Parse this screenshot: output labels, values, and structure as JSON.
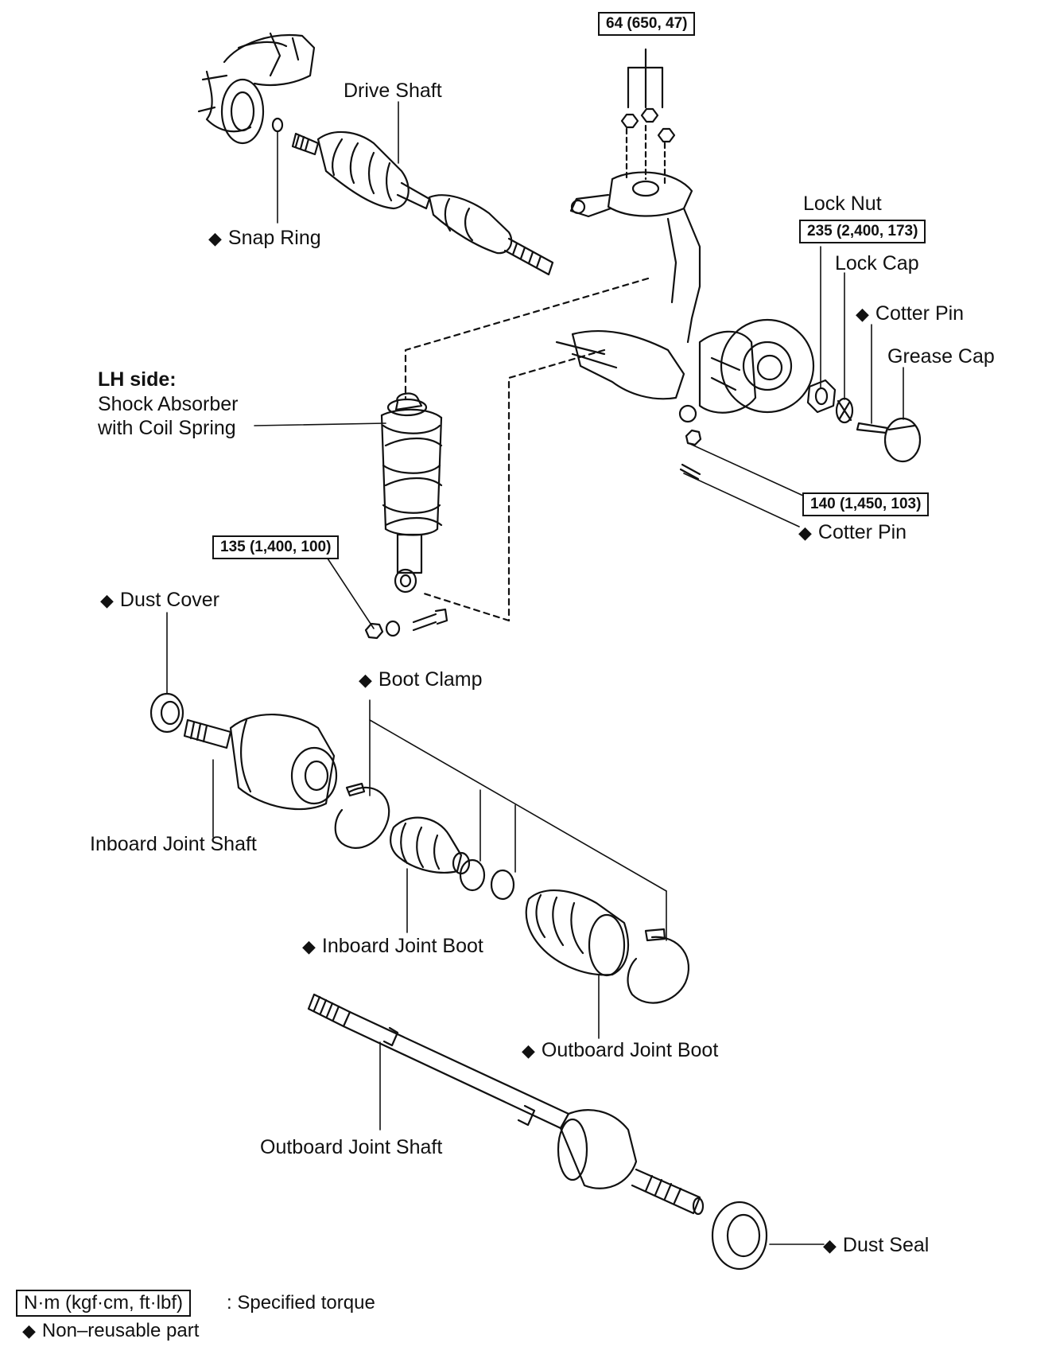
{
  "diamond": "◆",
  "torques": {
    "top": "64 (650, 47)",
    "lock_nut": "235 (2,400, 173)",
    "tie_rod": "140 (1,450, 103)",
    "shock_lower": "135 (1,400, 100)"
  },
  "labels": {
    "drive_shaft": "Drive Shaft",
    "snap_ring": "Snap Ring",
    "lock_nut": "Lock Nut",
    "lock_cap": "Lock Cap",
    "cotter_pin_hub": "Cotter Pin",
    "grease_cap": "Grease Cap",
    "lh_side": "LH side:",
    "shock_absorber": "Shock Absorber",
    "with_coil_spring": "with Coil Spring",
    "cotter_pin_lower": "Cotter Pin",
    "dust_cover": "Dust Cover",
    "boot_clamp": "Boot Clamp",
    "inboard_joint_shaft": "Inboard Joint Shaft",
    "inboard_joint_boot": "Inboard Joint Boot",
    "outboard_joint_boot": "Outboard Joint Boot",
    "outboard_joint_shaft": "Outboard Joint Shaft",
    "dust_seal": "Dust Seal"
  },
  "legend": {
    "unit_box": "N·m (kgf·cm, ft·lbf)",
    "unit_desc": ": Specified torque",
    "nonreusable": "Non–reusable part"
  }
}
